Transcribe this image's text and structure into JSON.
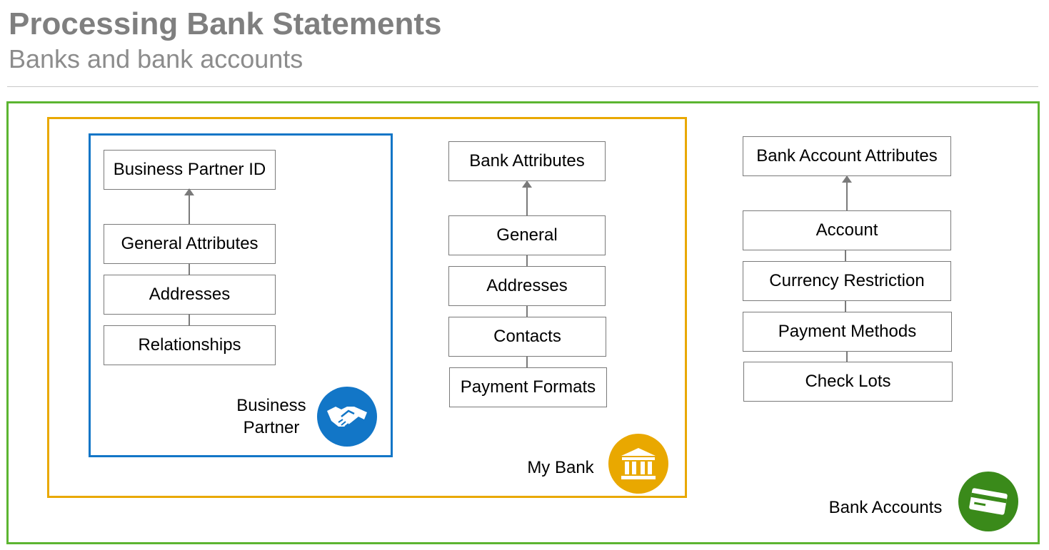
{
  "header": {
    "title": "Processing Bank Statements",
    "subtitle": "Banks and bank accounts"
  },
  "colors": {
    "bank_accounts_frame": "#5cb531",
    "my_bank_frame": "#e9a800",
    "business_partner_frame": "#1276c7",
    "bank_accounts_badge": "#3a8a1a"
  },
  "business_partner": {
    "label_line1": "Business",
    "label_line2": "Partner",
    "icon": "handshake-icon",
    "top": "Business Partner ID",
    "items": [
      "General Attributes",
      "Addresses",
      "Relationships"
    ]
  },
  "my_bank": {
    "label": "My Bank",
    "icon": "bank-building-icon",
    "top": "Bank Attributes",
    "items": [
      "General",
      "Addresses",
      "Contacts",
      "Payment Formats"
    ]
  },
  "bank_accounts": {
    "label": "Bank Accounts",
    "icon": "credit-card-icon",
    "top": "Bank Account Attributes",
    "items": [
      "Account",
      "Currency Restriction",
      "Payment Methods",
      "Check Lots"
    ]
  }
}
